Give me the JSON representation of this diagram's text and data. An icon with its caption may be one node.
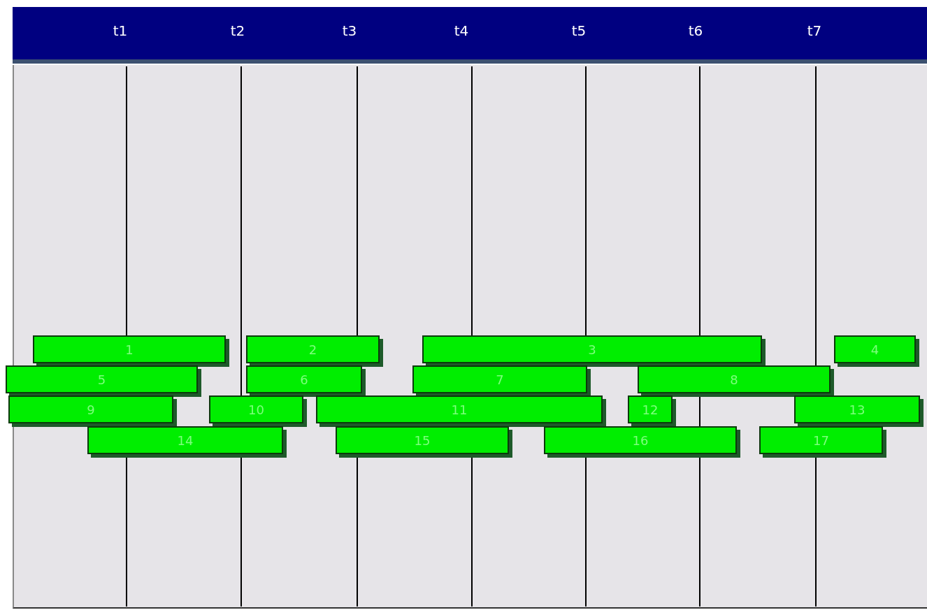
{
  "diagram": {
    "nodes": [
      {
        "text": [
          "1"
        ]
      },
      {
        "text": [
          "2"
        ]
      },
      {
        "text": [
          "3"
        ]
      },
      {
        "text": [
          "4"
        ]
      },
      {
        "text": [
          "5"
        ]
      },
      {
        "text": [
          "6"
        ]
      },
      {
        "text": [
          "7"
        ]
      },
      {
        "text": [
          "8"
        ]
      },
      {
        "text": [
          "9"
        ]
      },
      {
        "text": [
          "10"
        ]
      },
      {
        "text": [
          "11"
        ]
      },
      {
        "text": [
          "12"
        ]
      },
      {
        "text": [
          "13"
        ]
      },
      {
        "text": [
          "14"
        ]
      },
      {
        "text": [
          "15"
        ]
      },
      {
        "text": [
          "16"
        ]
      },
      {
        "text": [
          "17"
        ]
      }
    ],
    "labels": [
      "t1",
      "t2",
      "t3",
      "t4",
      "t5",
      "t6",
      "t7"
    ]
  }
}
